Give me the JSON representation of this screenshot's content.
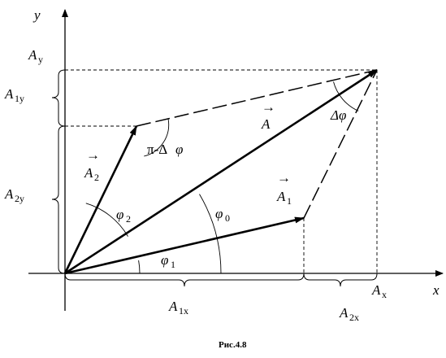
{
  "figure": {
    "caption": "Рис.4.8",
    "axes": {
      "x_label": "x",
      "y_label": "y"
    },
    "vectors": {
      "A": {
        "letter": "A",
        "arrow": "→"
      },
      "A1": {
        "letter": "A",
        "sub": "1",
        "arrow": "→"
      },
      "A2": {
        "letter": "A",
        "sub": "2",
        "arrow": "→"
      }
    },
    "angles": {
      "phi0": {
        "symbol": "φ",
        "sub": "0"
      },
      "phi1": {
        "symbol": "φ",
        "sub": "1"
      },
      "phi2": {
        "symbol": "φ",
        "sub": "2"
      },
      "delta_phi": "Δφ",
      "pi_minus_delta_phi": {
        "pi": "π-Δ",
        "phi": "φ"
      }
    },
    "projections": {
      "Ay": {
        "letter": "A",
        "sub": "y"
      },
      "A1y": {
        "letter": "A",
        "sub": "1y"
      },
      "A2y": {
        "letter": "A",
        "sub": "2y"
      },
      "Ax": {
        "letter": "A",
        "sub": "x"
      },
      "A1x": {
        "letter": "A",
        "sub": "1x"
      },
      "A2x": {
        "letter": "A",
        "sub": "2x"
      }
    }
  }
}
